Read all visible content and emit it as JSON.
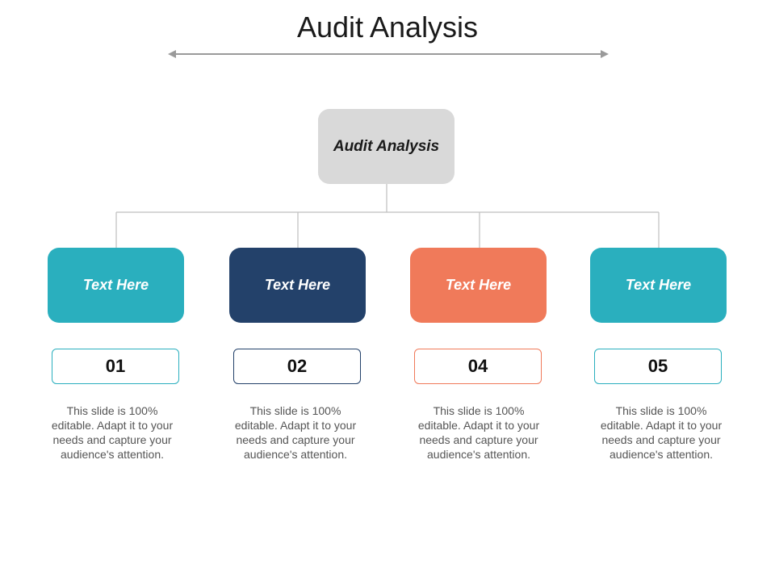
{
  "title": "Audit Analysis",
  "root": {
    "label": "Audit Analysis",
    "color": "#d9d9d9"
  },
  "items": [
    {
      "label": "Text Here",
      "number": "01",
      "color": "#2aafbe",
      "description": "This slide is 100% editable. Adapt it to your needs and capture your audience's attention."
    },
    {
      "label": "Text Here",
      "number": "02",
      "color": "#23416a",
      "description": "This slide is 100% editable. Adapt it to your needs and capture your audience's attention."
    },
    {
      "label": "Text Here",
      "number": "04",
      "color": "#f07a5a",
      "description": "This slide is 100% editable. Adapt it to your needs and capture your audience's attention."
    },
    {
      "label": "Text Here",
      "number": "05",
      "color": "#2aafbe",
      "description": "This slide is 100% editable. Adapt it to your needs and capture your audience's attention."
    }
  ],
  "colors": {
    "connector": "#bfbfbf",
    "arrow": "#9a9a9a"
  }
}
